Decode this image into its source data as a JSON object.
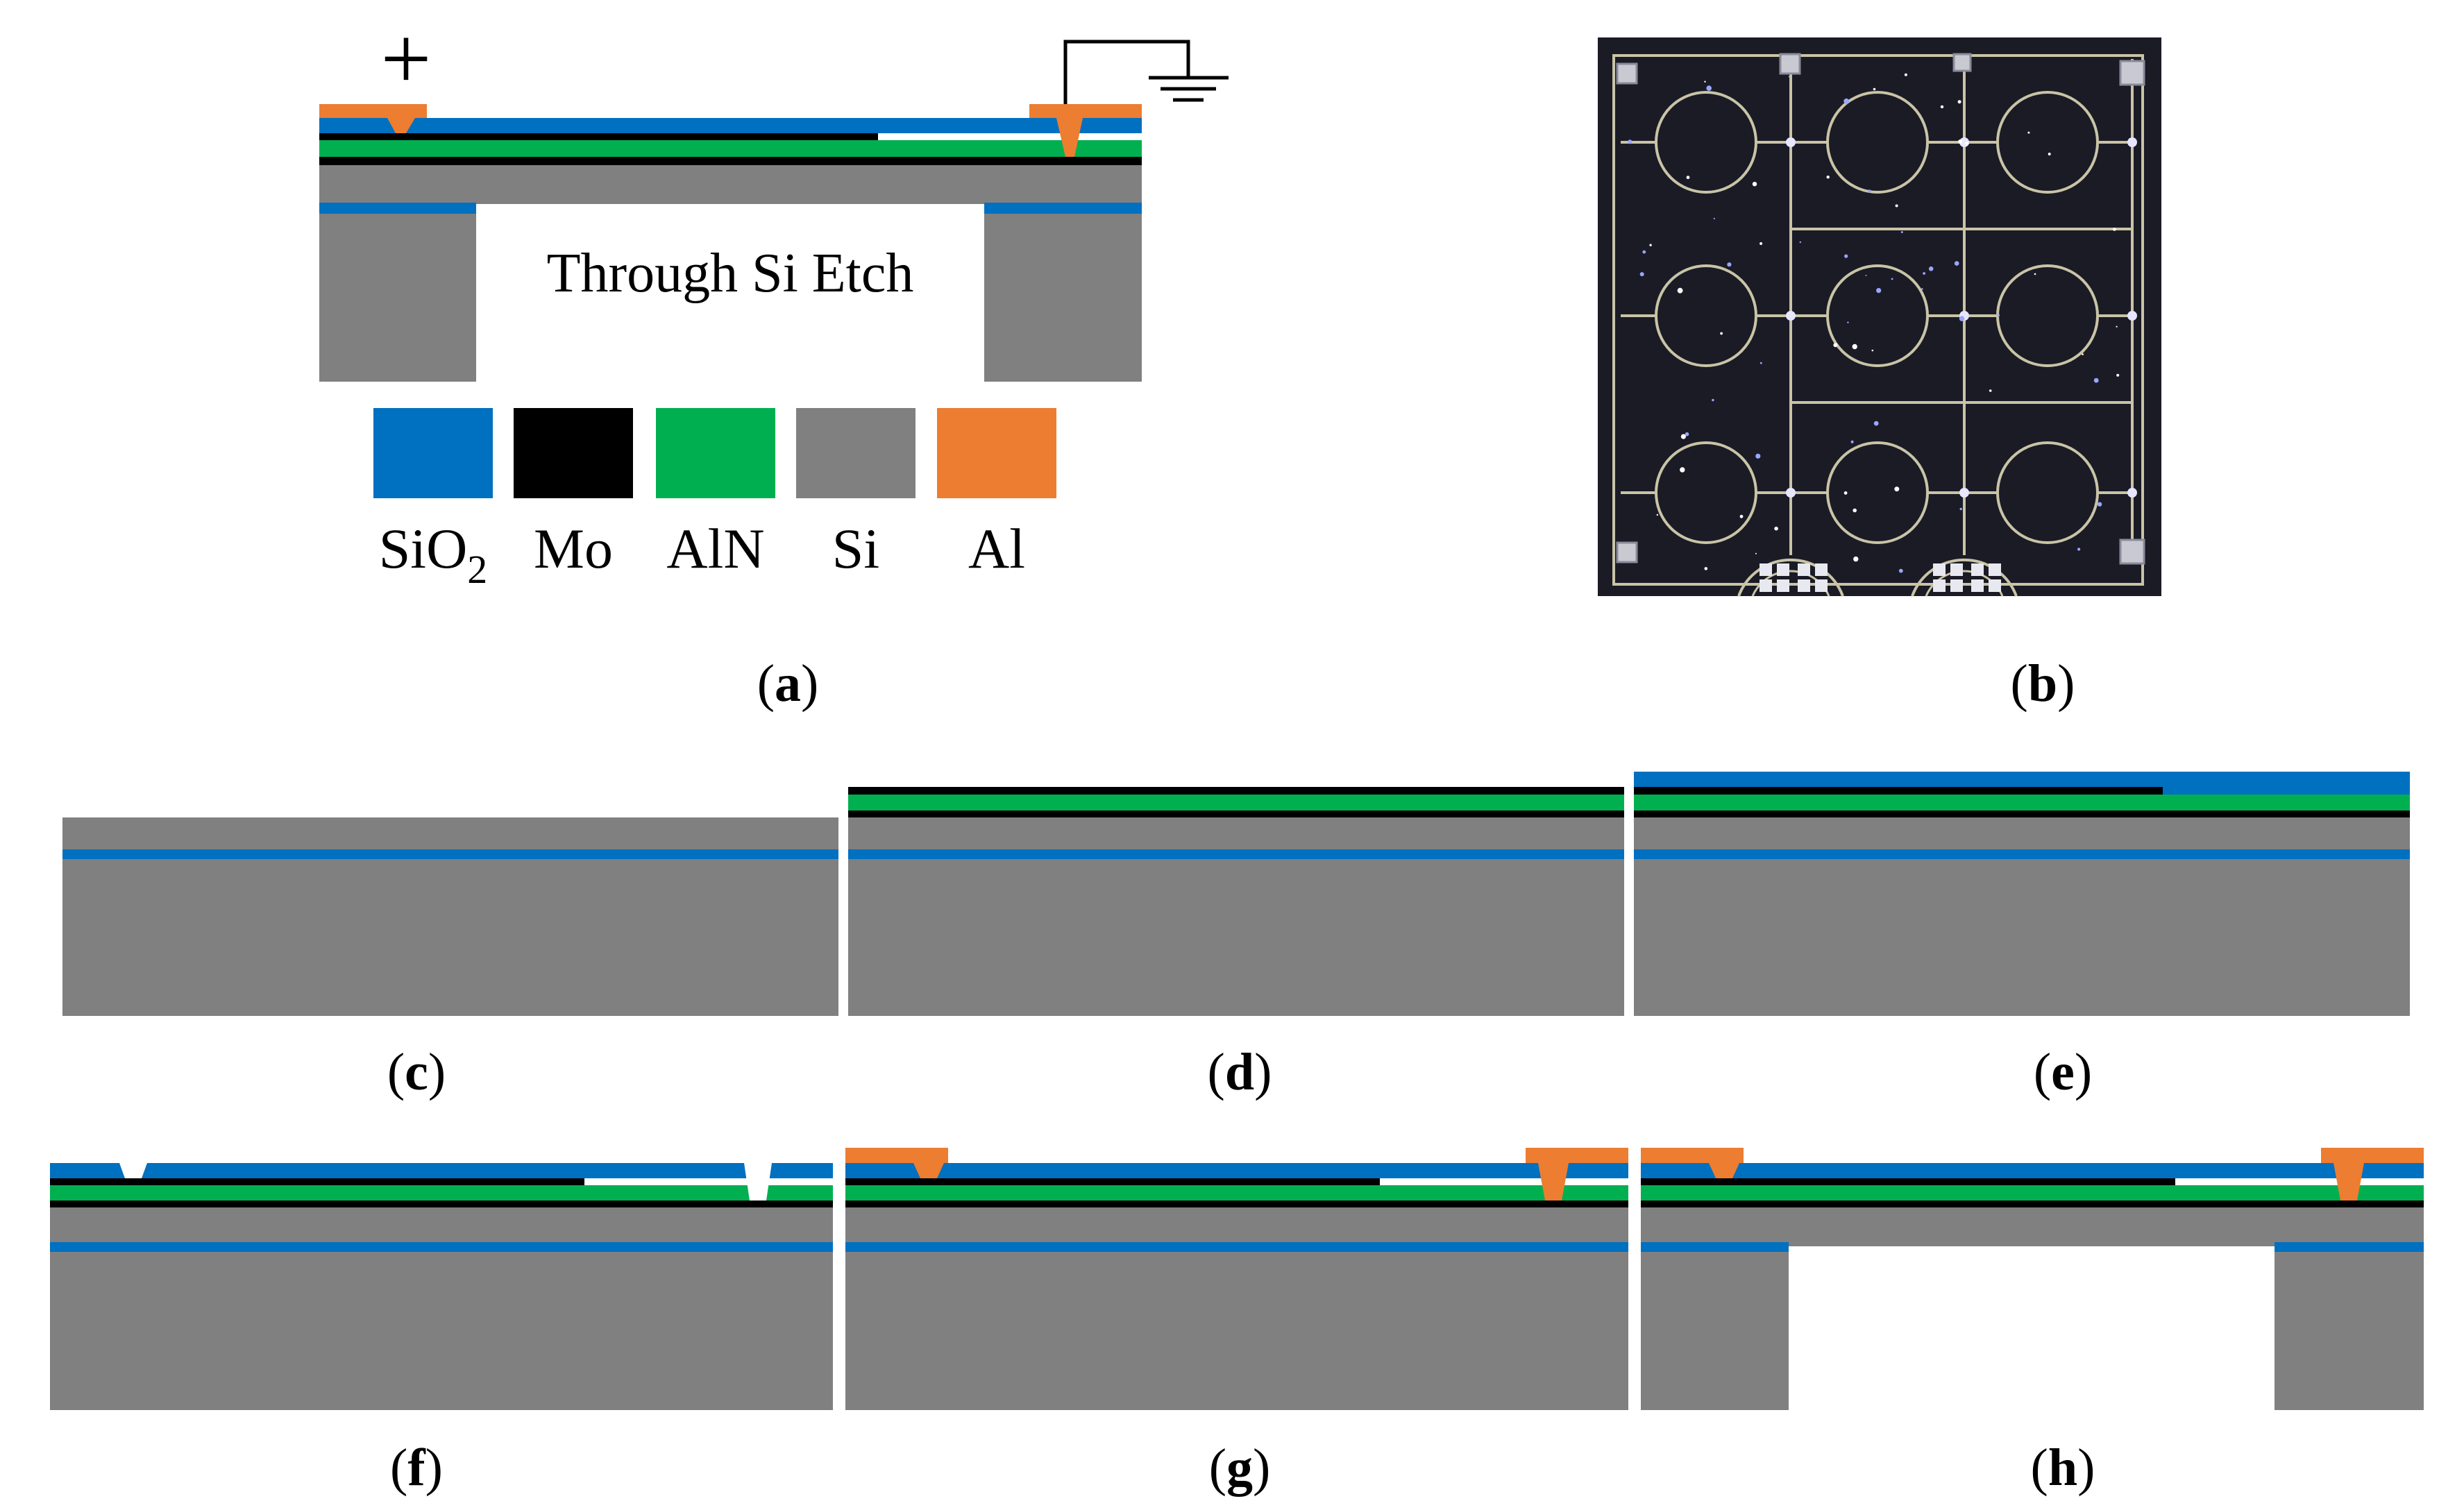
{
  "colors": {
    "sio2": "#0070C0",
    "mo": "#000000",
    "aln": "#00B050",
    "si": "#808080",
    "al": "#ED7D31",
    "photo_bg": "#1b1b26",
    "photo_line": "#c9c4a6"
  },
  "panel_a": {
    "plus_sign": "+",
    "etch_label": "Through Si Etch",
    "legend": [
      {
        "key": "sio2",
        "label": "SiO",
        "sub": "2"
      },
      {
        "key": "mo",
        "label": "Mo",
        "sub": ""
      },
      {
        "key": "aln",
        "label": "AlN",
        "sub": ""
      },
      {
        "key": "si",
        "label": "Si",
        "sub": ""
      },
      {
        "key": "al",
        "label": "Al",
        "sub": ""
      }
    ]
  },
  "captions": {
    "a": {
      "open": "(",
      "letter": "a",
      "close": ")"
    },
    "b": {
      "open": "(",
      "letter": "b",
      "close": ")"
    },
    "c": {
      "open": "(",
      "letter": "c",
      "close": ")"
    },
    "d": {
      "open": "(",
      "letter": "d",
      "close": ")"
    },
    "e": {
      "open": "(",
      "letter": "e",
      "close": ")"
    },
    "f": {
      "open": "(",
      "letter": "f",
      "close": ")"
    },
    "g": {
      "open": "(",
      "letter": "g",
      "close": ")"
    },
    "h": {
      "open": "(",
      "letter": "h",
      "close": ")"
    }
  }
}
